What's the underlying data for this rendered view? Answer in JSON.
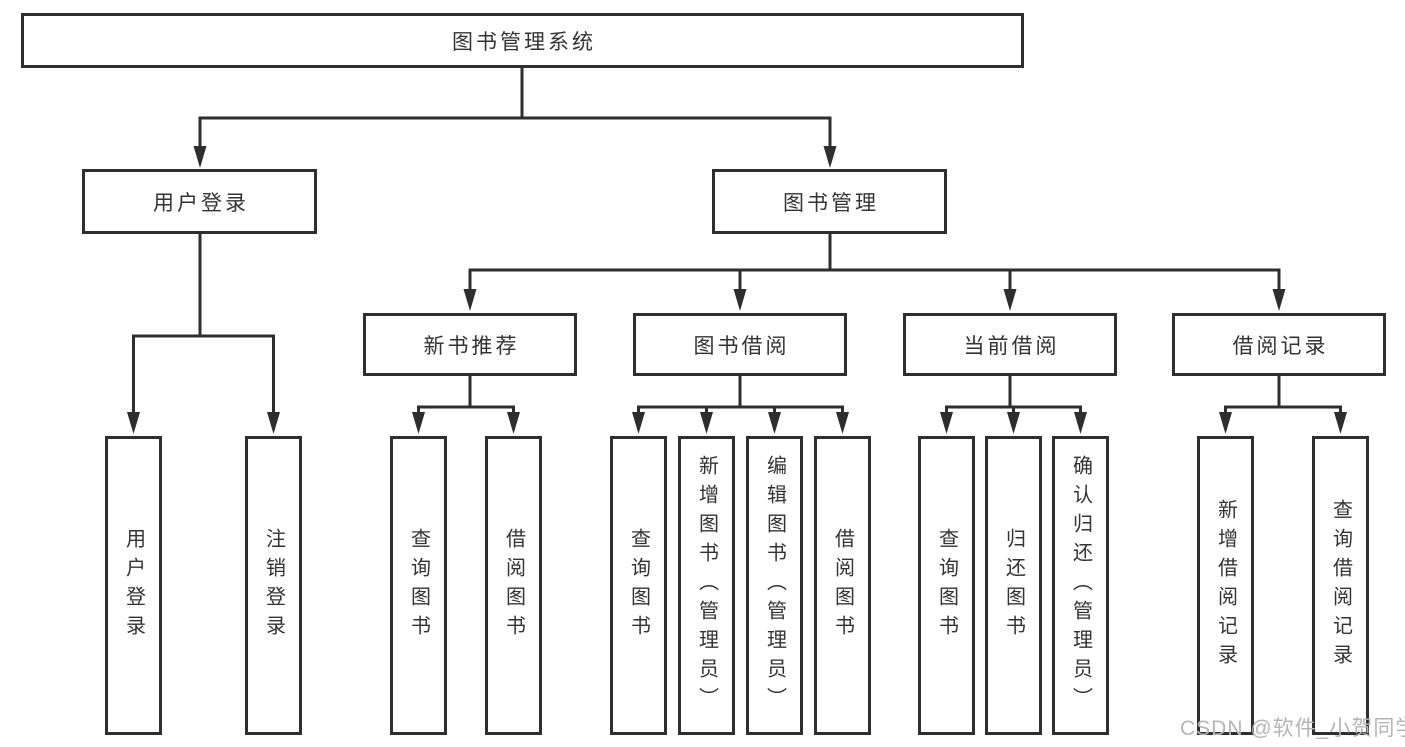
{
  "diagram": {
    "title": "图书管理系统",
    "level2": {
      "user_login": "用户登录",
      "book_management": "图书管理"
    },
    "level3": {
      "new_book_recommendation": "新书推荐",
      "book_borrowing": "图书借阅",
      "current_borrowing": "当前借阅",
      "borrowing_records": "借阅记录"
    },
    "leaves": {
      "user_login": [
        "用户登录",
        "注销登录"
      ],
      "new_book_recommendation": [
        "查询图书",
        "借阅图书"
      ],
      "book_borrowing": [
        "查询图书",
        "新增图书（管理员）",
        "编辑图书（管理员）",
        "借阅图书"
      ],
      "current_borrowing": [
        "查询图书",
        "归还图书",
        "确认归还（管理员）"
      ],
      "borrowing_records": [
        "新增借阅记录",
        "查询借阅记录"
      ]
    },
    "colors": {
      "line": "#2e2e2e",
      "text": "#333333",
      "watermark": "#b5b5b5"
    }
  },
  "watermark": "CSDN @软件_小贺同学"
}
